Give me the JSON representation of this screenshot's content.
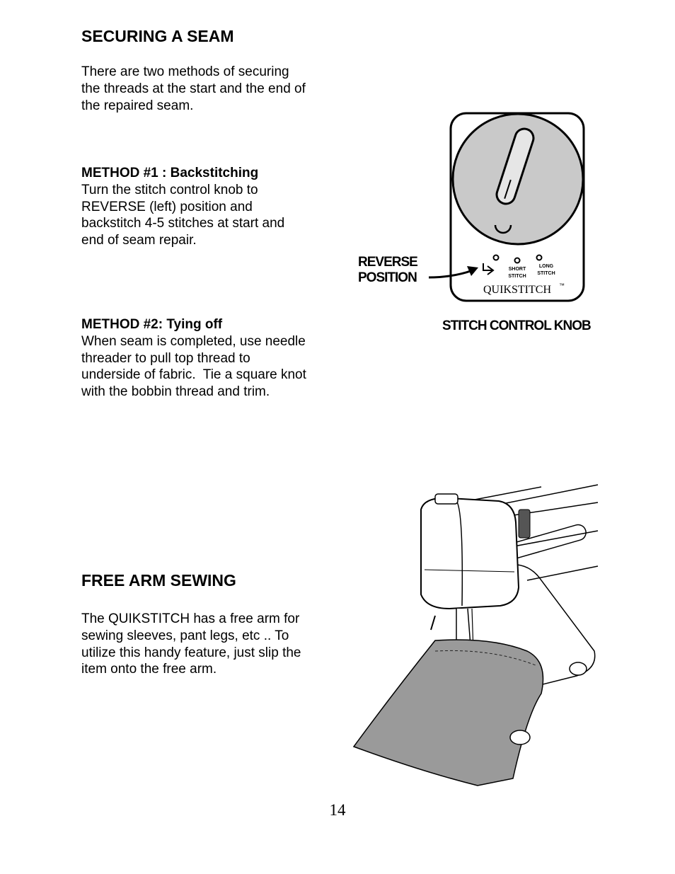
{
  "section1": {
    "heading": "SECURING A SEAM",
    "intro_lines": [
      "There are two methods of securing",
      "the threads at the start and the end of",
      "the repaired seam."
    ],
    "method1": {
      "title": "METHOD #1 : Backstitching",
      "lines": [
        "Turn the stitch control knob to",
        "REVERSE (left) position and",
        "backstitch 4-5 stitches at start and",
        "end of seam repair."
      ]
    },
    "method2": {
      "title": "METHOD #2: Tying off",
      "lines": [
        "When seam is completed, use needle",
        "threader to pull top thread to",
        "underside of fabric.  Tie a square knot",
        "with the bobbin thread and trim."
      ]
    }
  },
  "knob_figure": {
    "reverse_label_line1": "REVERSE",
    "reverse_label_line2": "POSITION",
    "short_stitch_line1": "SHORT",
    "short_stitch_line2": "STITCH",
    "long_stitch_line1": "LONG",
    "long_stitch_line2": "STITCH",
    "brand": "QUIKSTITCH",
    "trademark": "™",
    "caption": "STITCH CONTROL KNOB"
  },
  "section2": {
    "heading": "FREE ARM SEWING",
    "lines": [
      "The QUIKSTITCH has a free arm for",
      "sewing sleeves, pant legs, etc .. To",
      "utilize this handy feature, just slip the",
      "item onto the free arm."
    ]
  },
  "page_number": "14"
}
